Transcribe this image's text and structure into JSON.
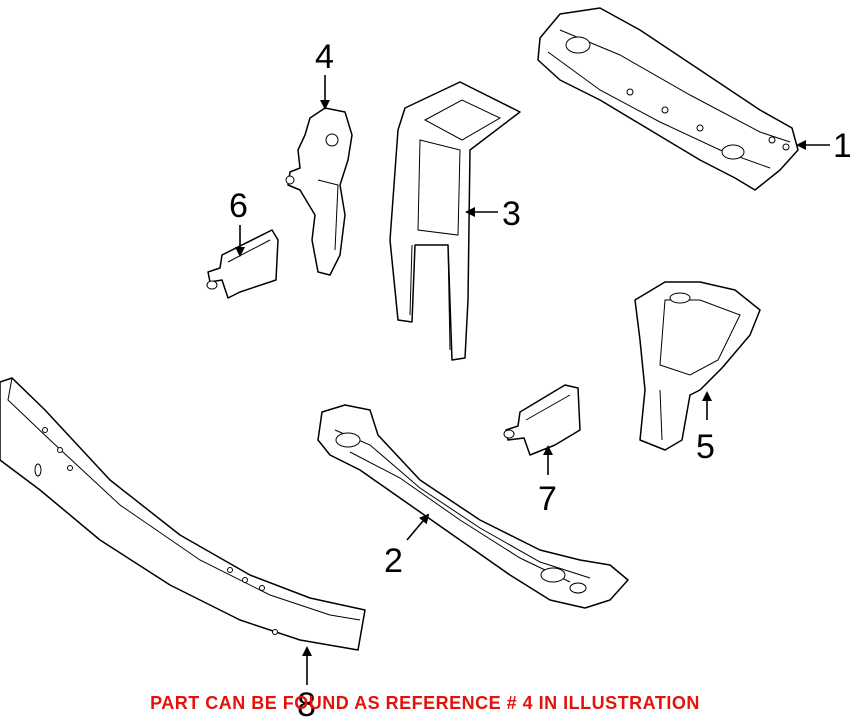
{
  "callouts": {
    "c1": "1",
    "c2": "2",
    "c3": "3",
    "c4": "4",
    "c5": "5",
    "c6": "6",
    "c7": "7",
    "c8": "8"
  },
  "notice": {
    "text": "PART CAN BE FOUND AS REFERENCE # 4 IN ILLUSTRATION",
    "color": "#e3120b"
  }
}
